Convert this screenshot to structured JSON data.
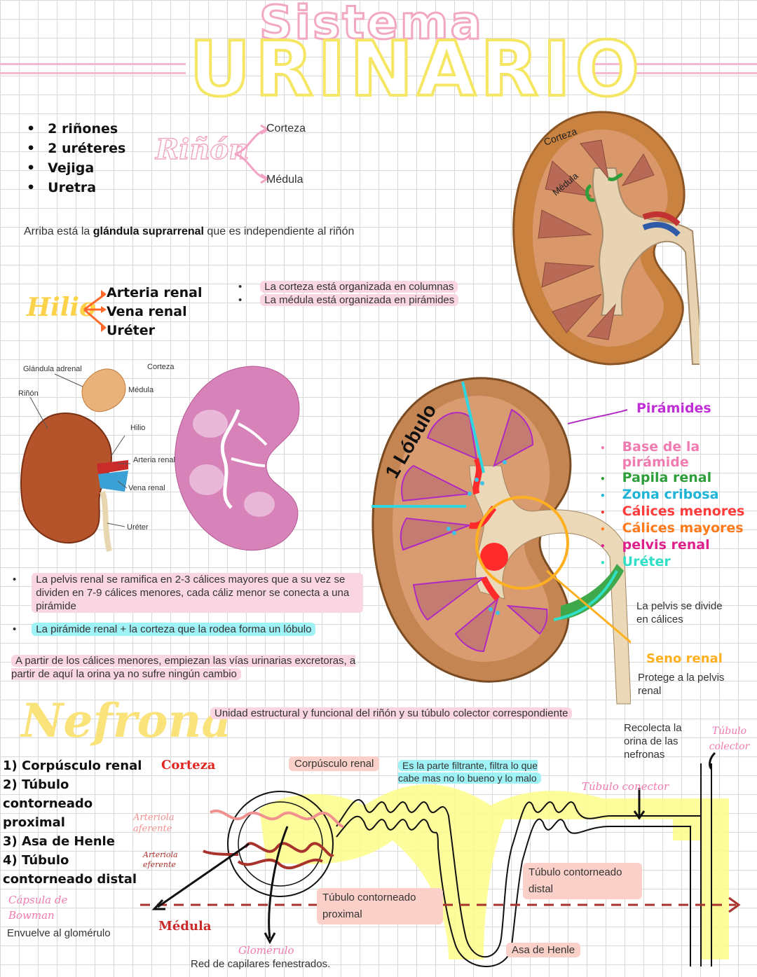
{
  "header": {
    "title_top": "Sistema",
    "title_main": "URINARIO"
  },
  "organs": [
    "2 riñones",
    "2 uréteres",
    "Vejiga",
    "Uretra"
  ],
  "rinon": {
    "label": "Riñón",
    "parts": [
      "Corteza",
      "Médula"
    ]
  },
  "suprarrenal": {
    "pre": "Arriba está la ",
    "bold": "glándula suprarrenal",
    "post": " que es independiente al riñón"
  },
  "hilio": {
    "label": "Hilio",
    "items": [
      "Arteria renal",
      "Vena renal",
      "Uréter"
    ]
  },
  "org_notes": [
    "La corteza está organizada en columnas",
    "La médula está organizada en pirámides"
  ],
  "top_kidney": {
    "labels": [
      "Corteza",
      "Médula"
    ]
  },
  "left_fig": {
    "labels": [
      "Glándula adrenal",
      "Riñón",
      "Corteza",
      "Médula",
      "Hilio",
      "Arteria renal",
      "Vena renal",
      "Uréter"
    ]
  },
  "big_kidney": {
    "lobe": "1 Lóbulo"
  },
  "legend": [
    {
      "text": "Pirámides",
      "color": "#c02fd6"
    },
    {
      "text": "Base de la pirámide",
      "color": "#f07bb0"
    },
    {
      "text": "Papila renal",
      "color": "#2e9e3a"
    },
    {
      "text": "Zona cribosa",
      "color": "#1fb3d6"
    },
    {
      "text": "Cálices menores",
      "color": "#ff3b3b"
    },
    {
      "text": "Cálices mayores",
      "color": "#ff7a1a"
    },
    {
      "text": "pelvis renal",
      "color": "#e0208a"
    },
    {
      "text": "Uréter",
      "color": "#2fe0c7"
    }
  ],
  "pelvis_notes": [
    "La pelvis renal se ramifica en 2-3 cálices mayores que a su vez se dividen en 7-9 cálices menores, cada cáliz menor se conecta a una pirámide",
    "La pirámide renal + la corteza que la rodea forma un lóbulo"
  ],
  "vias_note": "A partir de los cálices menores, empiezan las vías urinarias excretoras, a partir de aquí la orina ya no sufre ningún cambio",
  "pelvis_divide": "La pelvis se divide en cálices",
  "seno": {
    "title": "Seno renal",
    "text": "Protege a la pelvis renal"
  },
  "nefrona": {
    "title": "Nefrona",
    "definition": "Unidad estructural y funcional del riñón y su túbulo colector correspondiente",
    "parts": [
      "1) Corpúsculo renal",
      "2) Túbulo contorneado proximal",
      "3) Asa de Henle",
      "4) Túbulo contorneado distal"
    ],
    "corteza": "Corteza",
    "medula": "Médula",
    "corpusculo": "Corpúsculo renal",
    "corpusculo_note": "Es la parte filtrante, filtra lo que cabe mas no lo bueno y lo malo",
    "recolecta": "Recolecta la orina de las nefronas",
    "tubulo_colector": "Túbulo colector",
    "tubulo_conector": "Túbulo conector",
    "arteriola_aferente": "Arteriola aferente",
    "arteriola_eferente": "Arteriola eferente",
    "capsula": "Cápsula de Bowman",
    "capsula_note": "Envuelve al glomérulo",
    "tcp": "Túbulo contorneado proximal",
    "tcd": "Túbulo contorneado distal",
    "asa": "Asa de Henle",
    "glomerulo": "Glomérulo",
    "glomerulo_note": "Red de capilares fenestrados."
  }
}
